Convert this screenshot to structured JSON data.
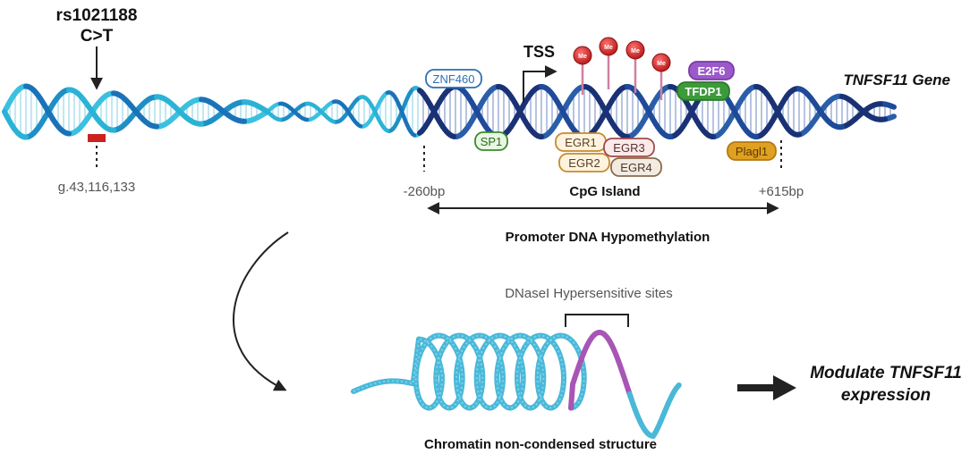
{
  "snp": {
    "id": "rs1021188",
    "change": "C>T",
    "position": "g.43,116,133"
  },
  "gene": {
    "name": "TNFSF11 Gene",
    "tss": "TSS",
    "methyl_mark": "Me",
    "methyl_count": 4
  },
  "transcription_factors": [
    {
      "name": "ZNF460",
      "fill": "#ffffff",
      "stroke": "#2f6fb5",
      "text": "#2f6fb5"
    },
    {
      "name": "SP1",
      "fill": "#e9f6e3",
      "stroke": "#3b8a2e",
      "text": "#2a6a1f"
    },
    {
      "name": "EGR1",
      "fill": "#fdf3e0",
      "stroke": "#c98a2a",
      "text": "#5a4020"
    },
    {
      "name": "EGR2",
      "fill": "#fdf3e0",
      "stroke": "#c98a2a",
      "text": "#5a4020"
    },
    {
      "name": "EGR3",
      "fill": "#fbeaea",
      "stroke": "#a04a4a",
      "text": "#5a3030"
    },
    {
      "name": "EGR4",
      "fill": "#f3ebe0",
      "stroke": "#8a6a4a",
      "text": "#4a3a2a"
    },
    {
      "name": "E2F6",
      "fill": "#9b59c9",
      "stroke": "#7a3aa8",
      "text": "#ffffff"
    },
    {
      "name": "TFDP1",
      "fill": "#3d9a3a",
      "stroke": "#2a7a28",
      "text": "#ffffff"
    },
    {
      "name": "Plagl1",
      "fill": "#e0a020",
      "stroke": "#b07a10",
      "text": "#5a3a00"
    }
  ],
  "promoter": {
    "start": "-260bp",
    "end": "+615bp",
    "cpg_island": "CpG Island",
    "label": "Promoter DNA Hypomethylation"
  },
  "chromatin": {
    "dnase_label": "DNaseI Hypersensitive sites",
    "structure_label": "Chromatin non-condensed structure",
    "outcome_line1": "Modulate TNFSF11",
    "outcome_line2": "expression"
  },
  "colors": {
    "dna_light": "#2bb3d6",
    "dna_dark": "#1a3275",
    "dna_mid": "#2a7ec0",
    "chromatin": "#4ab8d8",
    "chromatin_open": "#a855b5",
    "methyl": "#c62828",
    "snp_mark": "#cc2222"
  }
}
